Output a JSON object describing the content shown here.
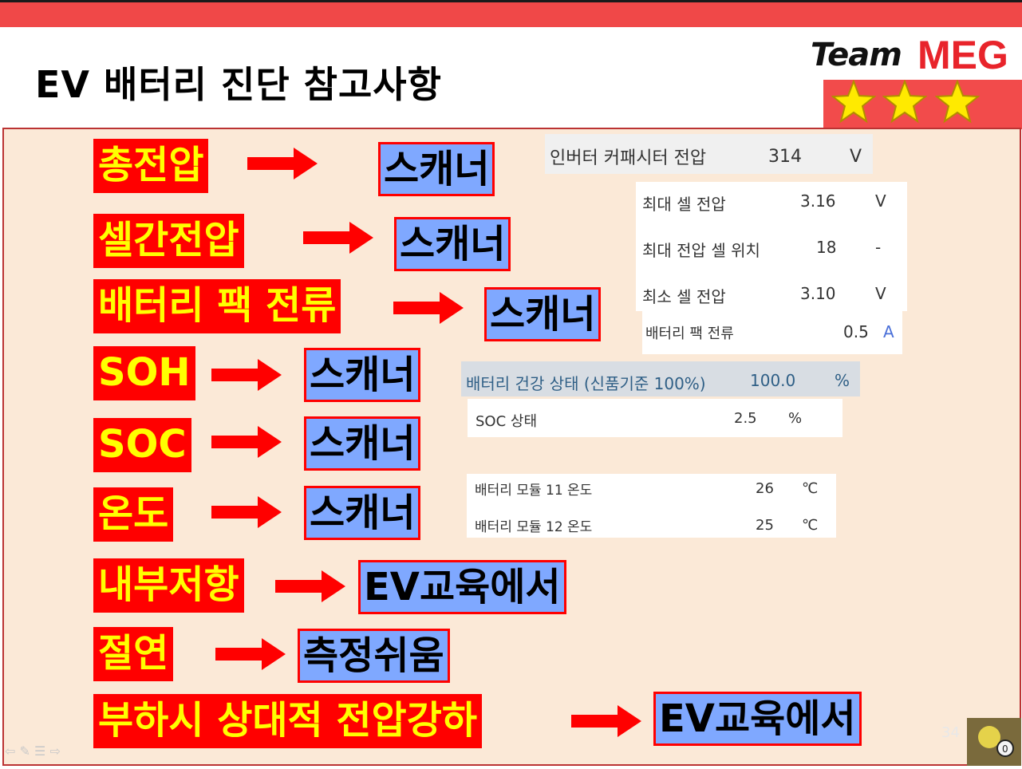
{
  "title": "EV 배터리 진단 참고사항",
  "logo": {
    "team": "Team",
    "brand": "MEG"
  },
  "rows": [
    {
      "label": "총전압",
      "value": "스캐너"
    },
    {
      "label": "셀간전압",
      "value": "스캐너"
    },
    {
      "label": "배터리 팩 전류",
      "value": "스캐너"
    },
    {
      "label": "SOH",
      "value": "스캐너"
    },
    {
      "label": "SOC",
      "value": "스캐너"
    },
    {
      "label": "온도",
      "value": "스캐너"
    },
    {
      "label": "내부저항",
      "value": "EV교육에서"
    },
    {
      "label": "절연",
      "value": "측정쉬움"
    },
    {
      "label": "부하시 상대적 전압강하",
      "value": "EV교육에서"
    }
  ],
  "scanner": {
    "inverter": {
      "name": "인버터 커패시터 전압",
      "value": "314",
      "unit": "V"
    },
    "cell": [
      {
        "name": "최대 셀 전압",
        "value": "3.16",
        "unit": "V"
      },
      {
        "name": "최대 전압 셀 위치",
        "value": "18",
        "unit": "-"
      },
      {
        "name": "최소 셀 전압",
        "value": "3.10",
        "unit": "V"
      }
    ],
    "current": {
      "name": "배터리 팩 전류",
      "value": "0.5",
      "unit": "A"
    },
    "soh": {
      "name": "배터리 건강 상태 (신품기준 100%)",
      "value": "100.0",
      "unit": "%"
    },
    "soc": {
      "name": "SOC 상태",
      "value": "2.5",
      "unit": "%"
    },
    "temps": [
      {
        "name": "배터리 모듈 11 온도",
        "value": "26",
        "unit": "℃"
      },
      {
        "name": "배터리 모듈 12 온도",
        "value": "25",
        "unit": "℃"
      }
    ]
  },
  "page_number": "34",
  "colors": {
    "label_bg": "#ff0000",
    "label_text": "#ffff00",
    "value_bg": "#7fa8ff",
    "content_bg": "#fbe9d7",
    "topbar": "#f04848"
  }
}
